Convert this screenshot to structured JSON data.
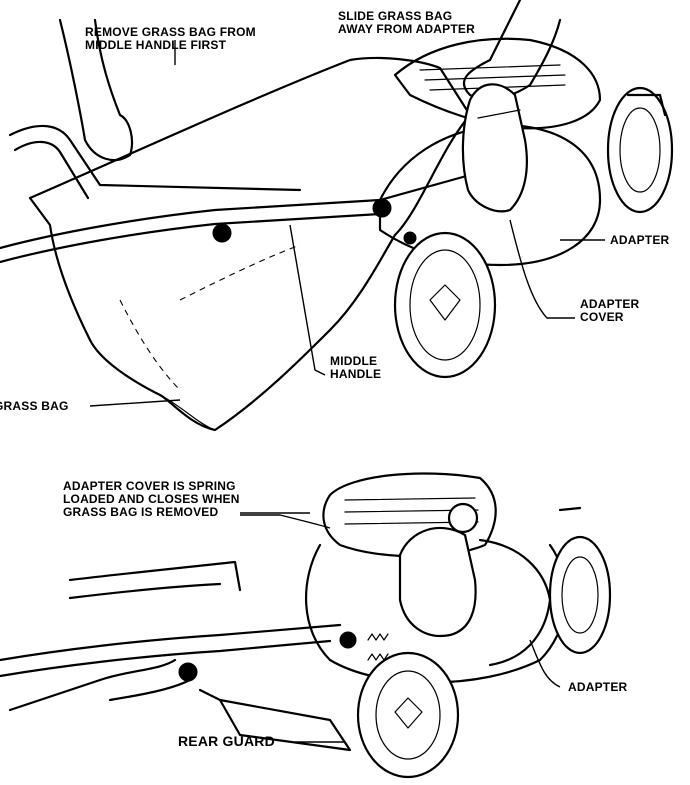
{
  "figure": {
    "top_panel": {
      "labels": {
        "remove_bag": [
          "REMOVE GRASS BAG FROM",
          "MIDDLE HANDLE FIRST"
        ],
        "slide_bag": [
          "SLIDE GRASS BAG",
          "AWAY FROM ADAPTER"
        ],
        "adapter": "ADAPTER",
        "adapter_cover": [
          "ADAPTER",
          "COVER"
        ],
        "middle_handle": [
          "MIDDLE",
          "HANDLE"
        ],
        "grass_bag": "GRASS BAG"
      }
    },
    "bottom_panel": {
      "labels": {
        "adapter_cover_note": [
          "ADAPTER COVER IS SPRING",
          "LOADED AND CLOSES WHEN",
          "GRASS BAG IS REMOVED"
        ],
        "adapter": "ADAPTER",
        "rear_guard": "REAR GUARD"
      }
    }
  }
}
